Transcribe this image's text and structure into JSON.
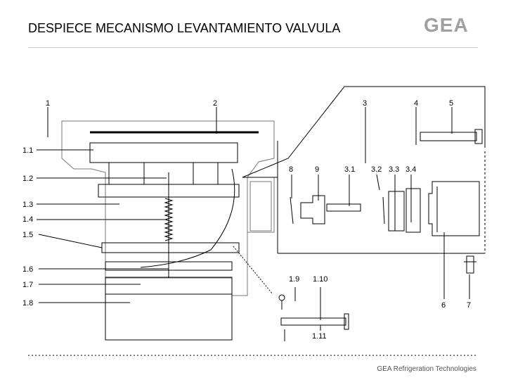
{
  "title": "DESPIECE MECANISMO LEVANTAMIENTO VALVULA",
  "logo": "GEA",
  "footer": "GEA Refrigeration Technologies",
  "labels": {
    "l1": "1",
    "l2": "2",
    "l3": "3",
    "l4": "4",
    "l5": "5",
    "l1_1": "1.1",
    "l1_2": "1.2",
    "l1_3": "1.3",
    "l1_4": "1.4",
    "l1_5": "1.5",
    "l1_6": "1.6",
    "l1_7": "1.7",
    "l1_8": "1.8",
    "l8": "8",
    "l9": "9",
    "l3_1": "3.1",
    "l3_2": "3.2",
    "l3_3": "3.3",
    "l3_4": "3.4",
    "l1_9": "1.9",
    "l1_10": "1.10",
    "l1_11": "1.11",
    "l6": "6",
    "l7": "7"
  },
  "colors": {
    "line": "#000000",
    "rule": "#c8c8c8",
    "logo": "#a0a0a0"
  }
}
